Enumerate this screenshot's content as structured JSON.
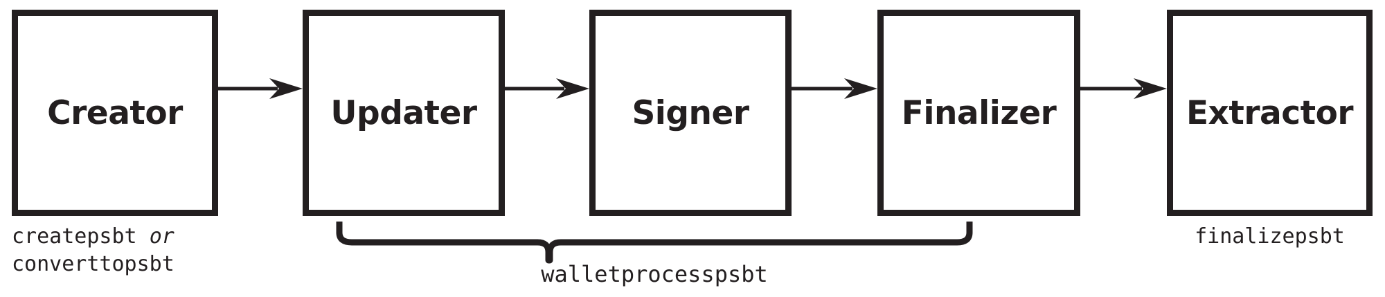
{
  "diagram": {
    "title": "PSBT workflow roles and Bitcoin Core RPC commands",
    "ink_color": "#231f20",
    "background_color": "#ffffff",
    "stages": [
      {
        "id": "creator",
        "label": "Creator"
      },
      {
        "id": "updater",
        "label": "Updater"
      },
      {
        "id": "signer",
        "label": "Signer"
      },
      {
        "id": "finalizer",
        "label": "Finalizer"
      },
      {
        "id": "extractor",
        "label": "Extractor"
      }
    ],
    "arrows": [
      {
        "id": "creator-to-updater",
        "from": "creator",
        "to": "updater"
      },
      {
        "id": "updater-to-signer",
        "from": "updater",
        "to": "signer"
      },
      {
        "id": "signer-to-finalizer",
        "from": "signer",
        "to": "finalizer"
      },
      {
        "id": "finalizer-to-extractor",
        "from": "finalizer",
        "to": "extractor"
      }
    ],
    "captions": {
      "creator": {
        "line1_command": "createpsbt",
        "line1_conjunction": "or",
        "line2_command": "converttopsbt"
      },
      "extractor": {
        "command": "finalizepsbt"
      }
    },
    "brace": {
      "label": "walletprocesspsbt",
      "spans_from": "updater",
      "spans_to": "finalizer"
    }
  }
}
